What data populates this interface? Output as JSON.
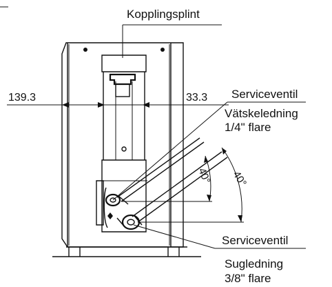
{
  "labels": {
    "terminal_block": "Kopplingsplint",
    "service_valve_liquid": "Serviceventil",
    "liquid_line": "Vätskeledning",
    "liquid_flare": "1/4\" flare",
    "service_valve_suction": "Serviceventil",
    "suction_line": "Sugledning",
    "suction_flare": "3/8\" flare"
  },
  "dimensions": {
    "left_width": "139.3",
    "right_width": "33.3",
    "angle_upper": "40°",
    "angle_lower": "40°"
  },
  "colors": {
    "line": "#111111",
    "background": "#ffffff"
  }
}
